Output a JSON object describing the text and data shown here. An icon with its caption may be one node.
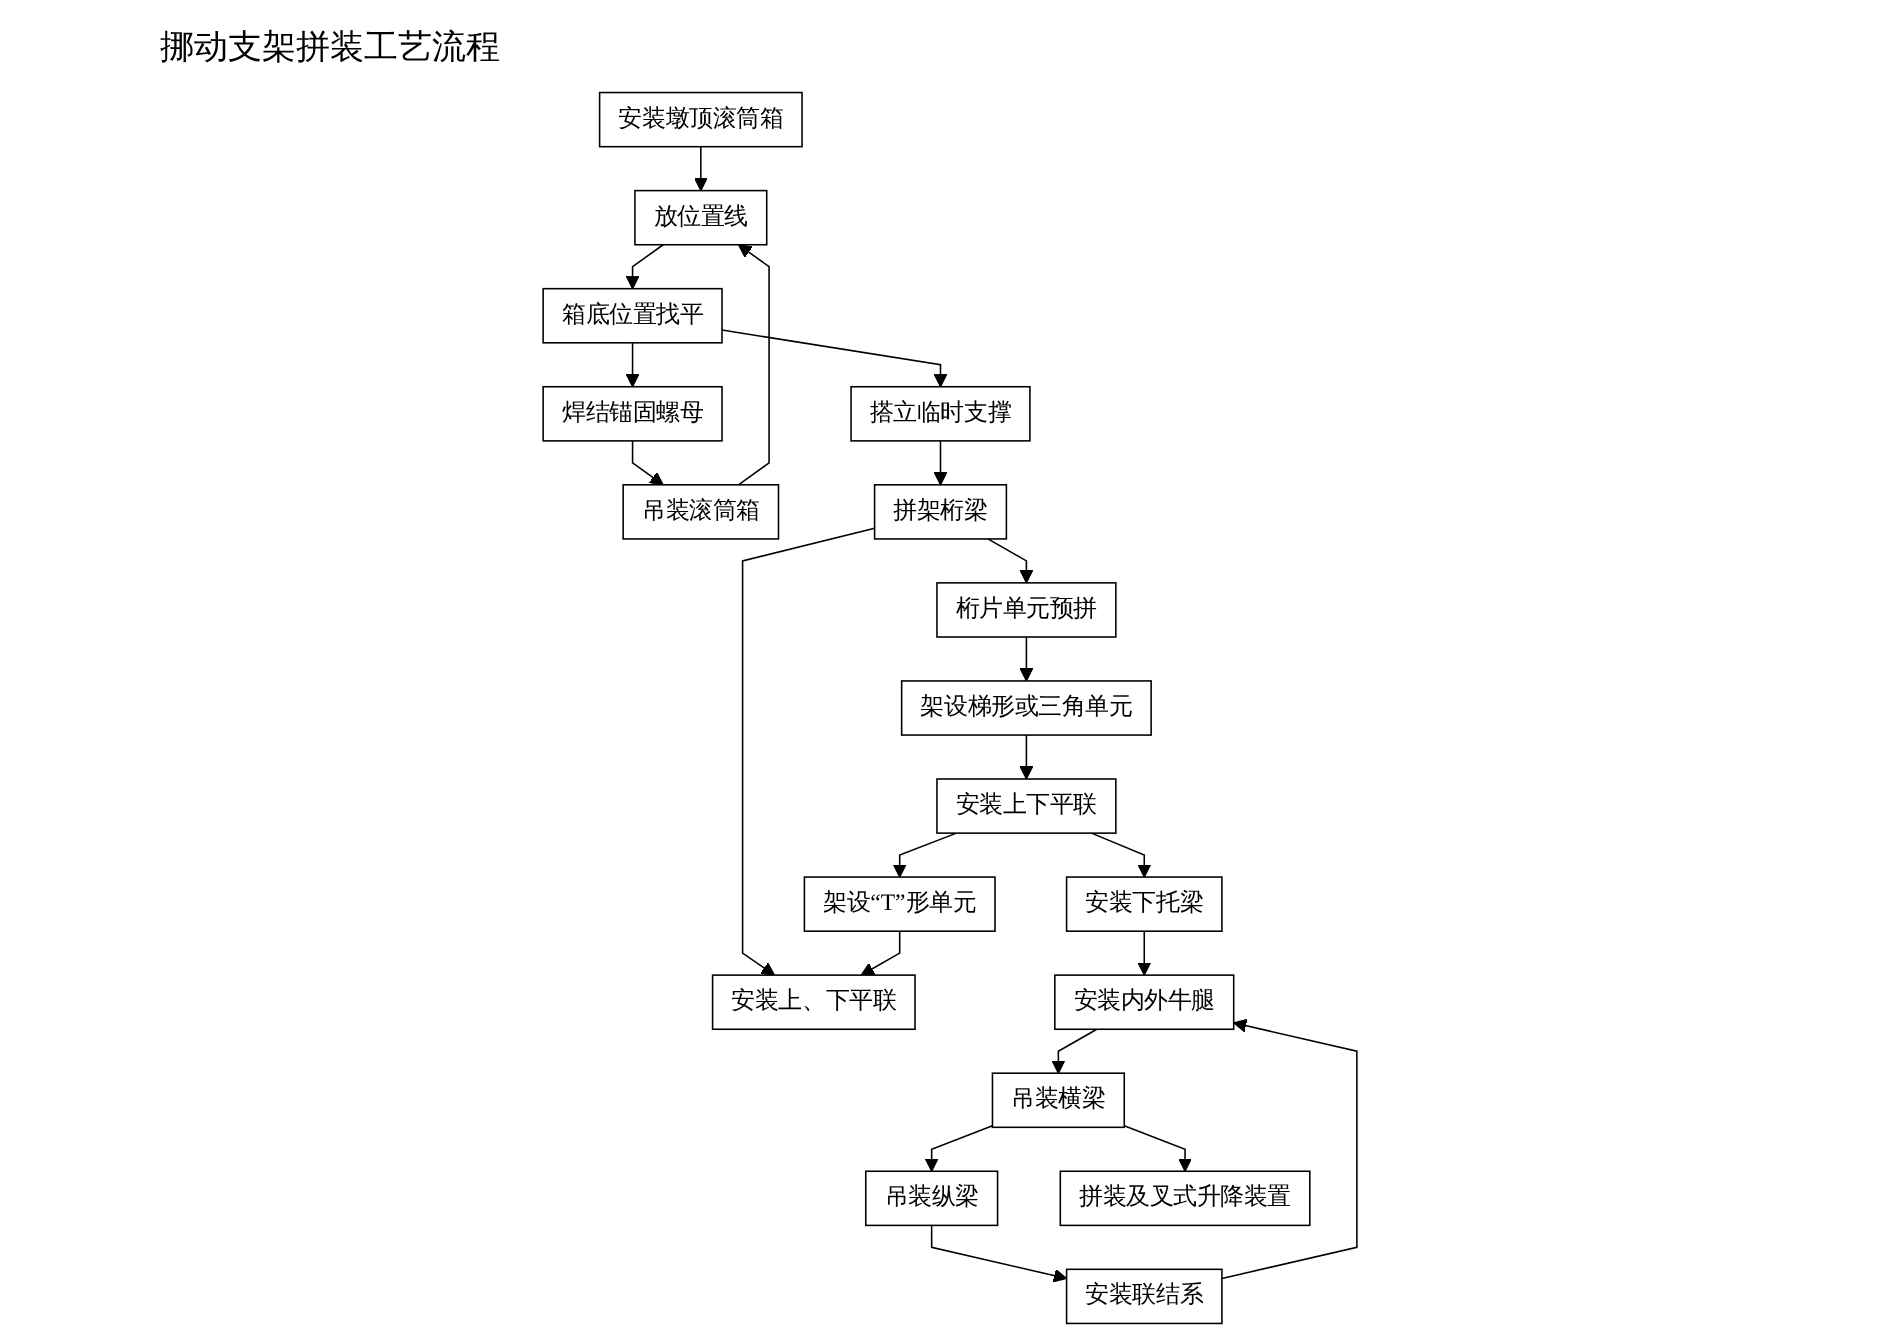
{
  "diagram": {
    "title": "挪动支架拼装工艺流程",
    "nodes": [
      {
        "text": [
          "安装墩顶滚筒箱"
        ]
      },
      {
        "text": [
          "放位置线"
        ]
      },
      {
        "text": [
          "箱底位置找平"
        ]
      },
      {
        "text": [
          "焊结锚固螺母"
        ]
      },
      {
        "text": [
          "吊装滚筒箱"
        ]
      },
      {
        "text": [
          "搭立临时支撑"
        ]
      },
      {
        "text": [
          "拼架桁梁"
        ]
      },
      {
        "text": [
          "桁片单元预拼"
        ]
      },
      {
        "text": [
          "架设梯形或三角单元"
        ]
      },
      {
        "text": [
          "安装上下平联"
        ]
      },
      {
        "text": [
          "架设“T”形单元"
        ]
      },
      {
        "text": [
          "安装上、下平联"
        ]
      },
      {
        "text": [
          "安装下托梁"
        ]
      },
      {
        "text": [
          "安装内外牛腿"
        ]
      },
      {
        "text": [
          "吊装横梁"
        ]
      },
      {
        "text": [
          "吊装纵梁"
        ]
      },
      {
        "text": [
          "安装联结系"
        ]
      },
      {
        "text": [
          "拼装及叉式升降装置"
        ]
      }
    ],
    "edges": [
      {
        "from": 0,
        "to": 1,
        "arrow": "to"
      },
      {
        "from": 4,
        "to": 1,
        "arrow": "to"
      },
      {
        "from": 1,
        "to": 2,
        "arrow": "to"
      },
      {
        "from": 2,
        "to": 3,
        "arrow": "to"
      },
      {
        "from": 2,
        "to": 5,
        "arrow": "to"
      },
      {
        "from": 3,
        "to": 4,
        "arrow": "to"
      },
      {
        "from": 5,
        "to": 6,
        "arrow": "to"
      },
      {
        "from": 6,
        "to": 7,
        "arrow": "to"
      },
      {
        "from": 6,
        "to": 11,
        "arrow": "to"
      },
      {
        "from": 7,
        "to": 8,
        "arrow": "to"
      },
      {
        "from": 8,
        "to": 9,
        "arrow": "to"
      },
      {
        "from": 9,
        "to": 10,
        "arrow": "to"
      },
      {
        "from": 10,
        "to": 11,
        "arrow": "to"
      },
      {
        "from": 9,
        "to": 12,
        "arrow": "to"
      },
      {
        "from": 12,
        "to": 13,
        "arrow": "to"
      },
      {
        "from": 16,
        "to": 13,
        "arrow": "to"
      },
      {
        "from": 13,
        "to": 14,
        "arrow": "to"
      },
      {
        "from": 14,
        "to": 15,
        "arrow": "to"
      },
      {
        "from": 14,
        "to": 17,
        "arrow": "to"
      },
      {
        "from": 15,
        "to": 16,
        "arrow": "to"
      }
    ]
  }
}
